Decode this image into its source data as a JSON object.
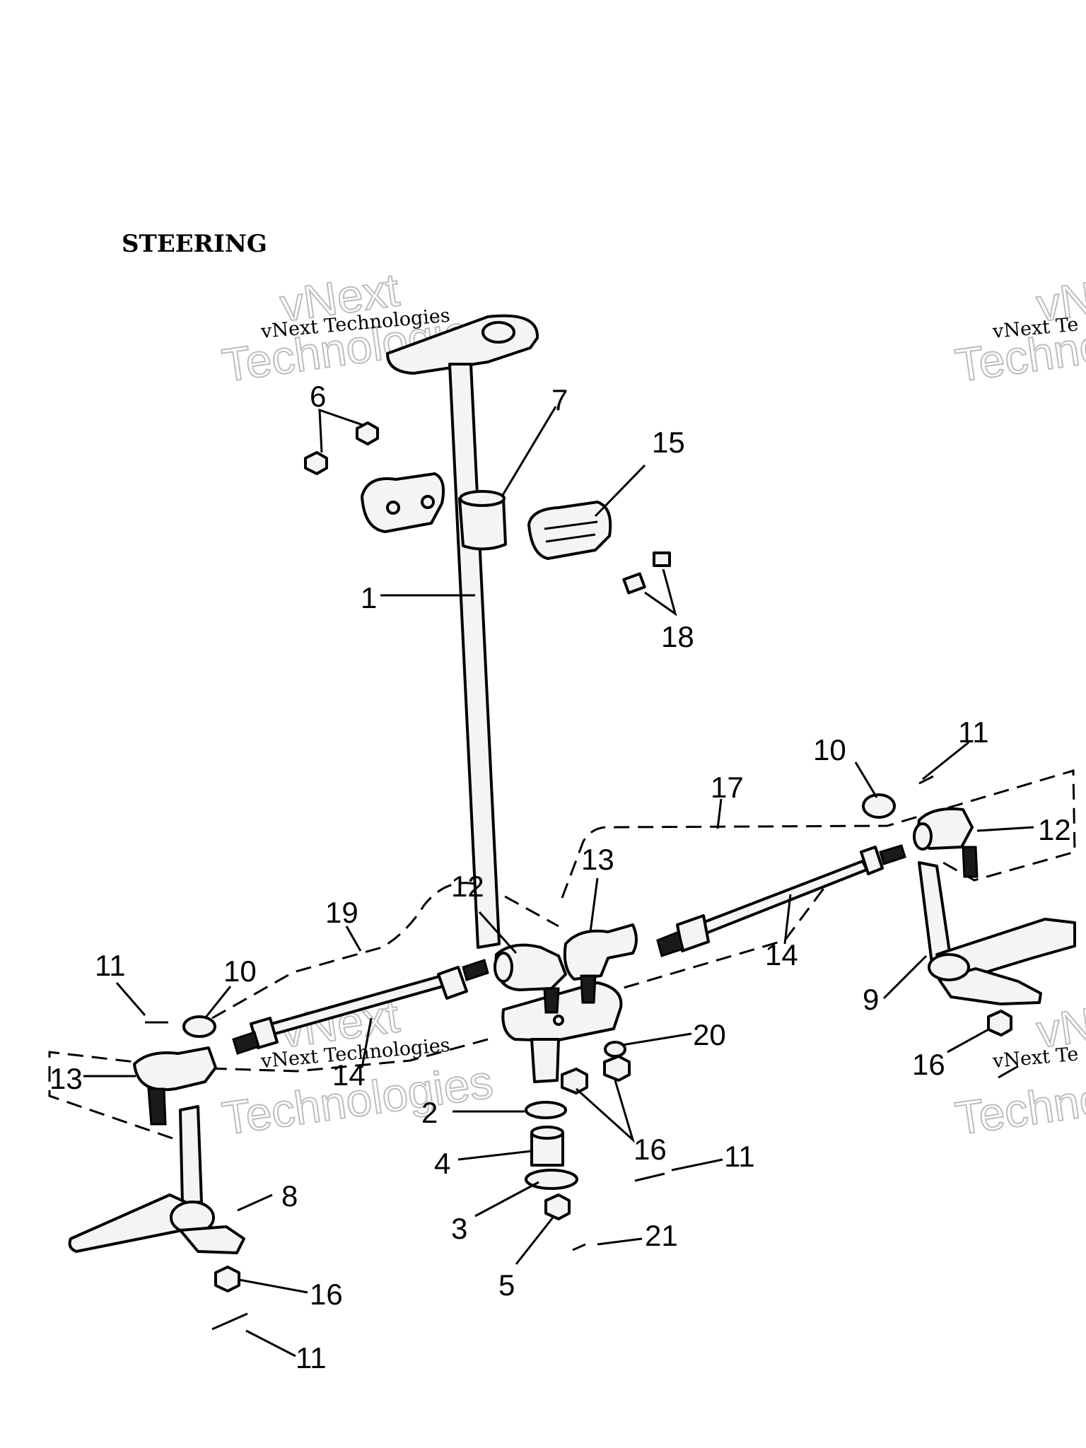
{
  "title": "STEERING",
  "watermark": {
    "small": "vNext Technologies",
    "big_line1": "vNext",
    "big_line2": "Technologies",
    "partial_small": "vNext Te",
    "partial_big1": "vN",
    "partial_big2": "Techno"
  },
  "callouts": {
    "c1": "1",
    "c2": "2",
    "c3": "3",
    "c4": "4",
    "c5": "5",
    "c6": "6",
    "c7": "7",
    "c8": "8",
    "c9": "9",
    "c10_left": "10",
    "c10_right": "10",
    "c11_left": "11",
    "c11_right_top": "11",
    "c11_mid": "11",
    "c11_bottom": "11",
    "c12_mid": "12",
    "c12_right": "12",
    "c13_mid": "13",
    "c13_left": "13",
    "c14_right": "14",
    "c14_left": "14",
    "c15": "15",
    "c16_mid": "16",
    "c16_right": "16",
    "c16_bottom": "16",
    "c17": "17",
    "c18": "18",
    "c19": "19",
    "c20": "20",
    "c21": "21"
  }
}
